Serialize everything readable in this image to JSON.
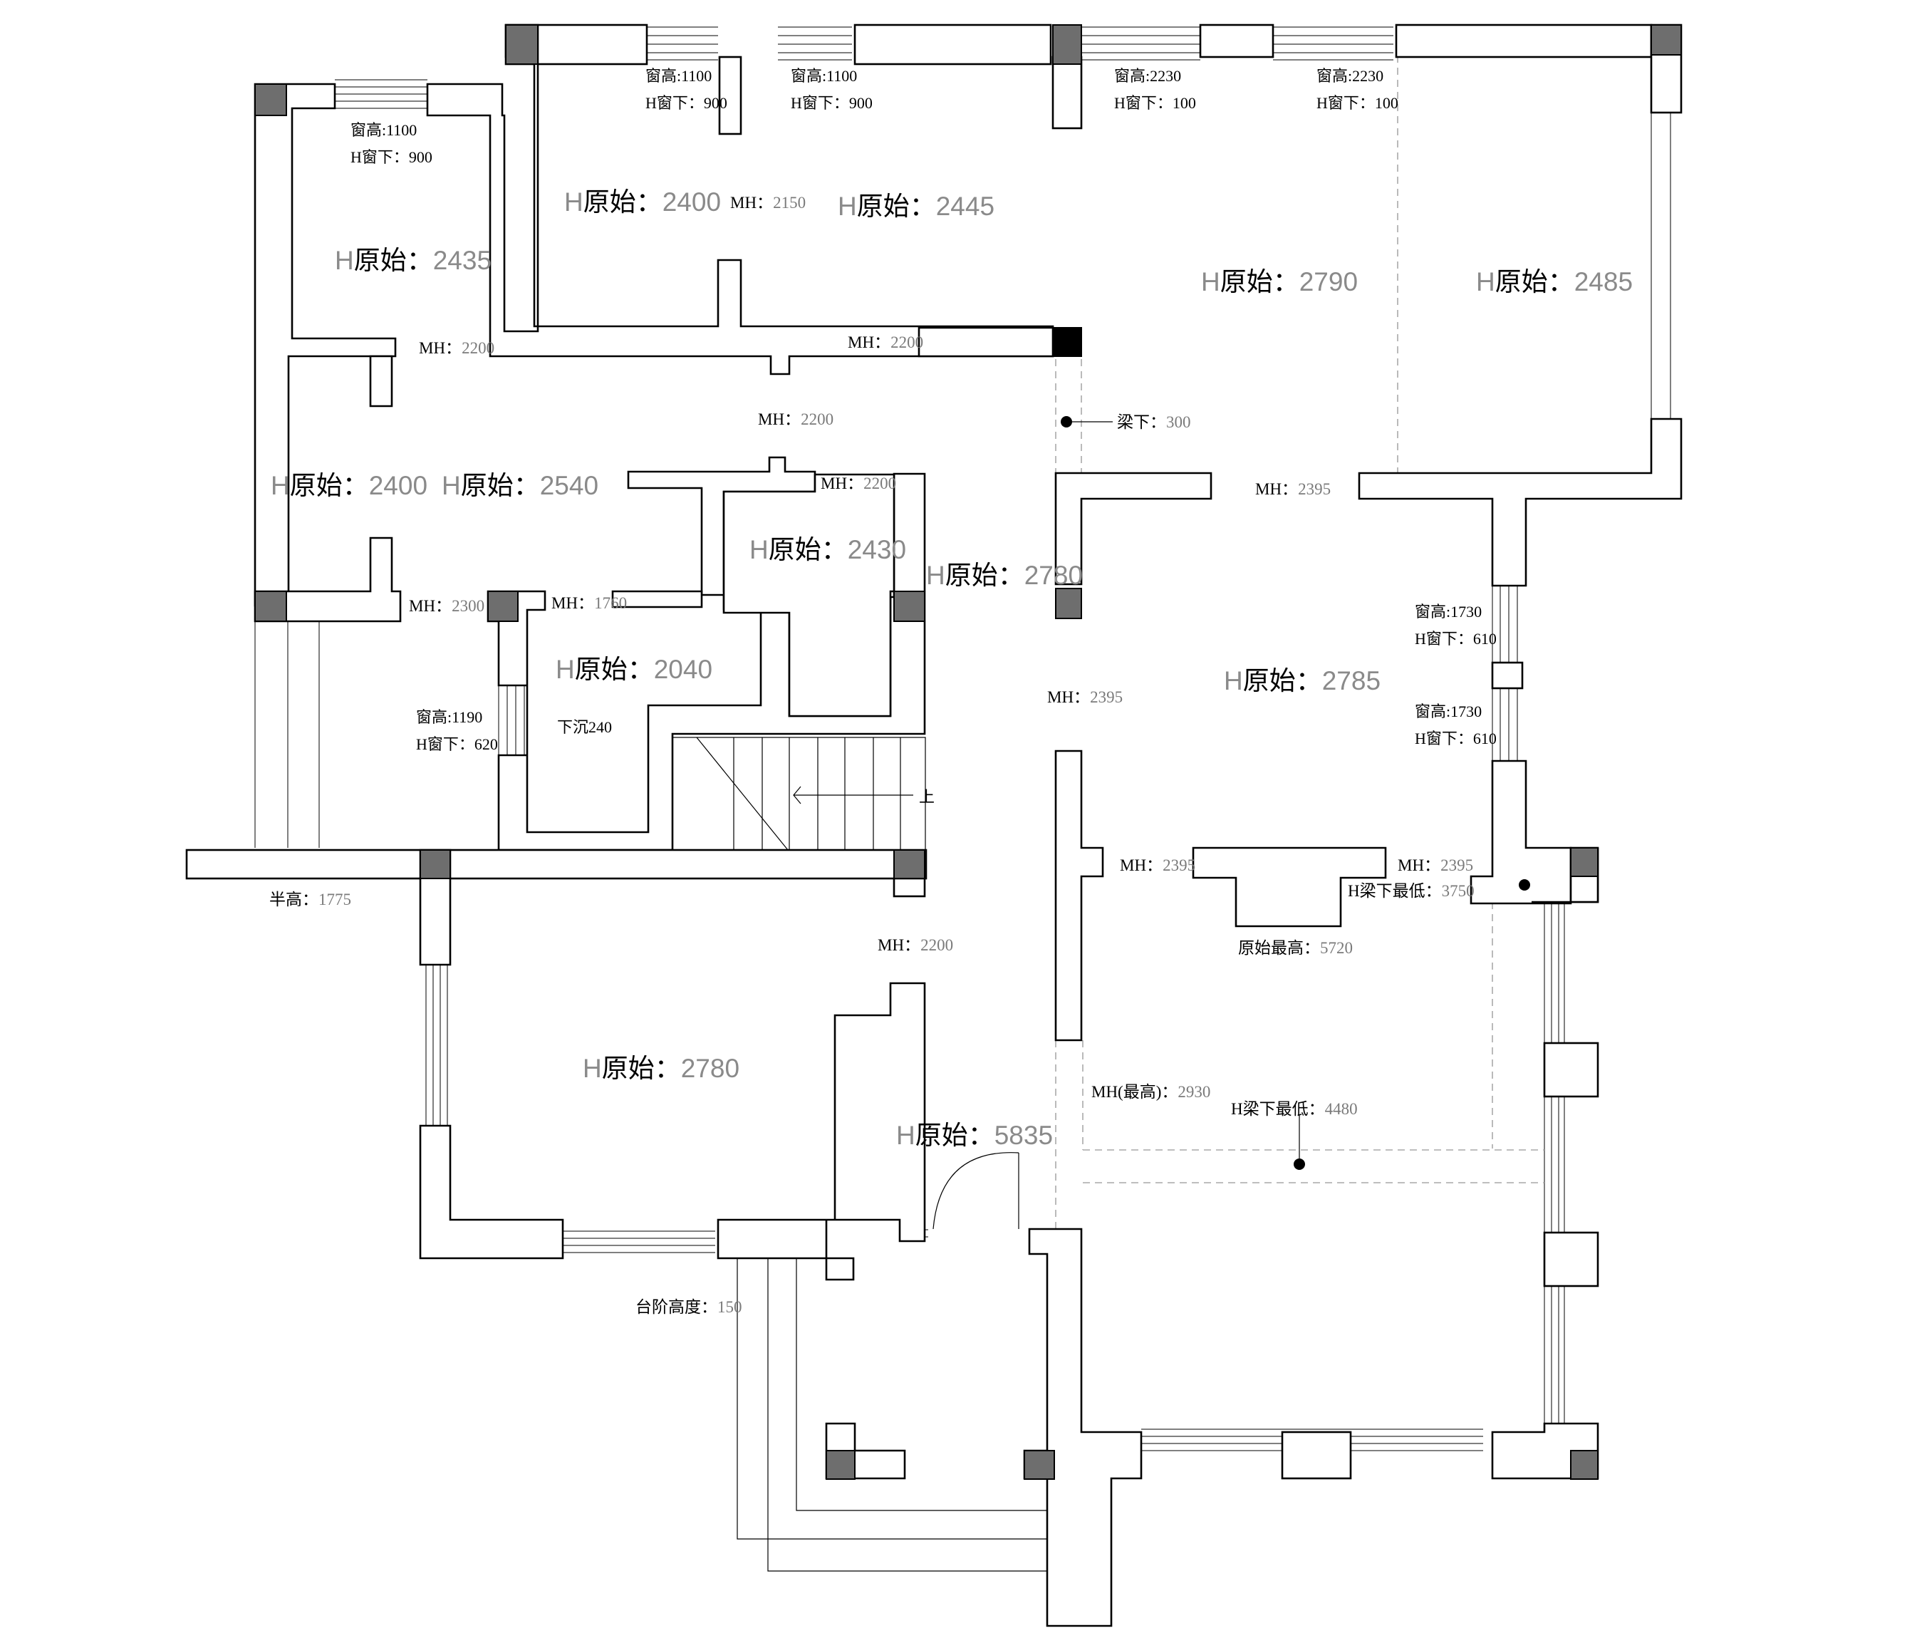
{
  "plan": {
    "rooms": [
      {
        "prefix": "H",
        "label": "原始：",
        "value": "2400"
      },
      {
        "prefix": "H",
        "label": "原始：",
        "value": "2445"
      },
      {
        "prefix": "H",
        "label": "原始：",
        "value": "2435"
      },
      {
        "prefix": "H",
        "label": "原始：",
        "value": "2790"
      },
      {
        "prefix": "H",
        "label": "原始：",
        "value": "2485"
      },
      {
        "prefix": "H",
        "label": "原始：",
        "value": "2400"
      },
      {
        "prefix": "H",
        "label": "原始：",
        "value": "2540"
      },
      {
        "prefix": "H",
        "label": "原始：",
        "value": "2430"
      },
      {
        "prefix": "H",
        "label": "原始：",
        "value": "2780"
      },
      {
        "prefix": "H",
        "label": "原始：",
        "value": "2040"
      },
      {
        "prefix": "H",
        "label": "原始：",
        "value": "2785"
      },
      {
        "prefix": "H",
        "label": "原始：",
        "value": "2780"
      },
      {
        "prefix": "H",
        "label": "原始：",
        "value": "5835"
      }
    ],
    "mh": [
      {
        "label": "MH：",
        "value": "2150"
      },
      {
        "label": "MH：",
        "value": "2200"
      },
      {
        "label": "MH：",
        "value": "2200"
      },
      {
        "label": "MH：",
        "value": "2200"
      },
      {
        "label": "MH：",
        "value": "2200"
      },
      {
        "label": "MH：",
        "value": "2395"
      },
      {
        "label": "MH：",
        "value": "2300"
      },
      {
        "label": "MH：",
        "value": "1760"
      },
      {
        "label": "MH：",
        "value": "2395"
      },
      {
        "label": "MH：",
        "value": "2395"
      },
      {
        "label": "MH：",
        "value": "2395"
      },
      {
        "label": "MH：",
        "value": "2200"
      },
      {
        "label": "MH(最高)：",
        "value": "2930"
      }
    ],
    "windows": [
      {
        "height": "窗高:1100",
        "sill": "H窗下：900"
      },
      {
        "height": "窗高:1100",
        "sill": "H窗下：900"
      },
      {
        "height": "窗高:2230",
        "sill": "H窗下：100"
      },
      {
        "height": "窗高:2230",
        "sill": "H窗下：100"
      },
      {
        "height": "窗高:1100",
        "sill": "H窗下：900"
      },
      {
        "height": "窗高:1730",
        "sill": "H窗下：610"
      },
      {
        "height": "窗高:1730",
        "sill": "H窗下：610"
      },
      {
        "height": "窗高:1190",
        "sill": "H窗下：620"
      }
    ],
    "notes": [
      {
        "label": "梁下：",
        "value": "300"
      },
      {
        "label": "下沉240",
        "value": ""
      },
      {
        "label": "上",
        "value": ""
      },
      {
        "label": "半高：",
        "value": "1775"
      },
      {
        "label": "H梁下最低：",
        "value": "3750"
      },
      {
        "label": "原始最高：",
        "value": "5720"
      },
      {
        "label": "H梁下最低：",
        "value": "4480"
      },
      {
        "label": "台阶高度：",
        "value": "150"
      }
    ]
  }
}
